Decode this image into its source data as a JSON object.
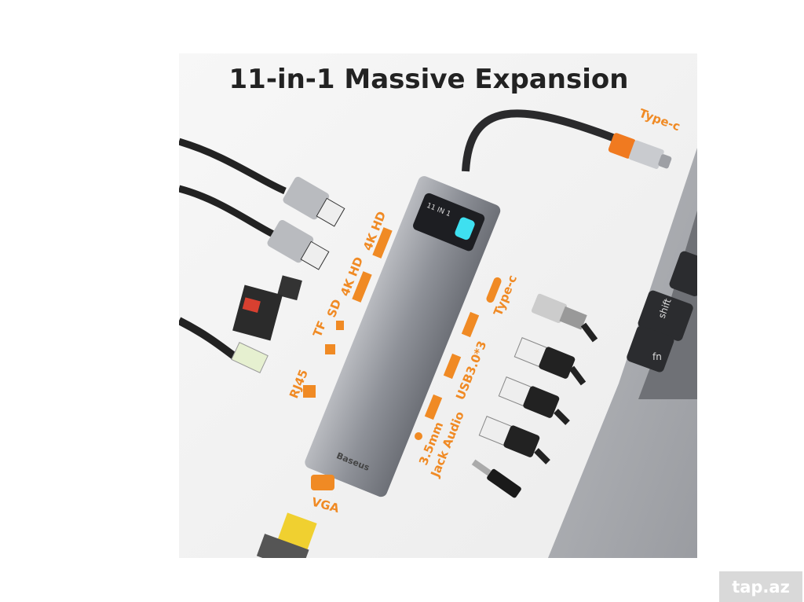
{
  "product": {
    "title": "11-in-1 Massive Expansion",
    "brand": "Baseus",
    "hub_screen_text": "11 IN 1",
    "ports": {
      "type_c_input": "Type-c",
      "hdmi_1": "4K HD",
      "hdmi_2": "4K HD",
      "sd": "SD",
      "tf": "TF",
      "rj45": "RJ45",
      "vga": "VGA",
      "type_c": "Type-c",
      "usb": "USB3.0*3",
      "audio_1": "3.5mm",
      "audio_2": "Jack Audio"
    },
    "keyboard_keys": [
      "shift",
      "fn"
    ]
  },
  "watermark": "tap.az",
  "colors": {
    "accent": "#f08a24",
    "hub": "#8c8f96",
    "laptop": "#a9abb0"
  }
}
